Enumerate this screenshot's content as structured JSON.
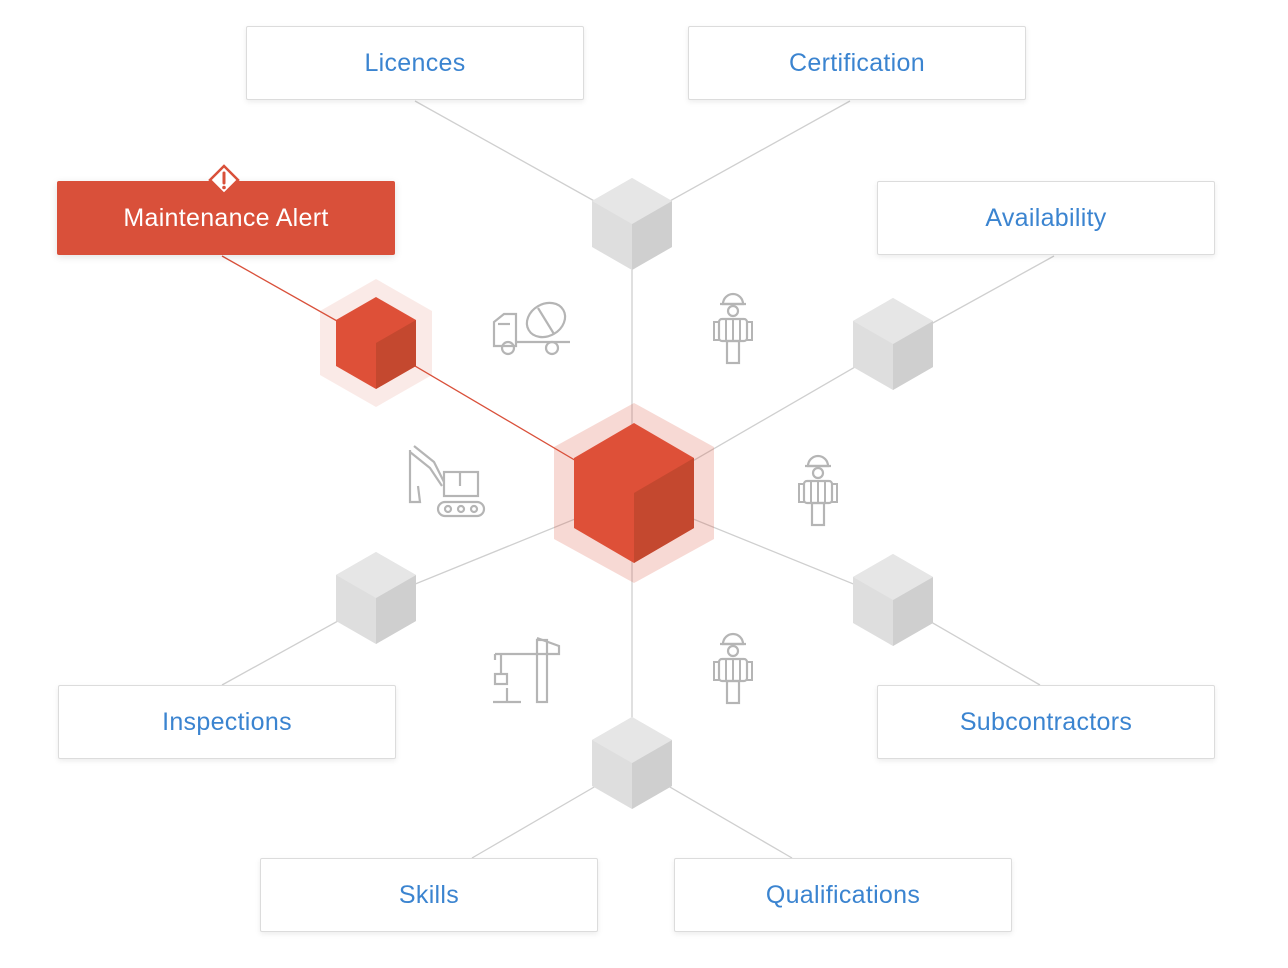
{
  "labels": {
    "licences": "Licences",
    "certification": "Certification",
    "maintenance_alert": "Maintenance Alert",
    "availability": "Availability",
    "inspections": "Inspections",
    "subcontractors": "Subcontractors",
    "skills": "Skills",
    "qualifications": "Qualifications"
  },
  "colors": {
    "accent": "#d9503a",
    "label_text": "#3b84d0",
    "cube_gray": "#d9d9d9",
    "line_gray": "#cfcfcf",
    "icon_gray": "#b5b5b5"
  },
  "icons": [
    "cement-mixer-truck-icon",
    "worker-icon",
    "excavator-icon",
    "tower-crane-icon",
    "warning-icon"
  ]
}
